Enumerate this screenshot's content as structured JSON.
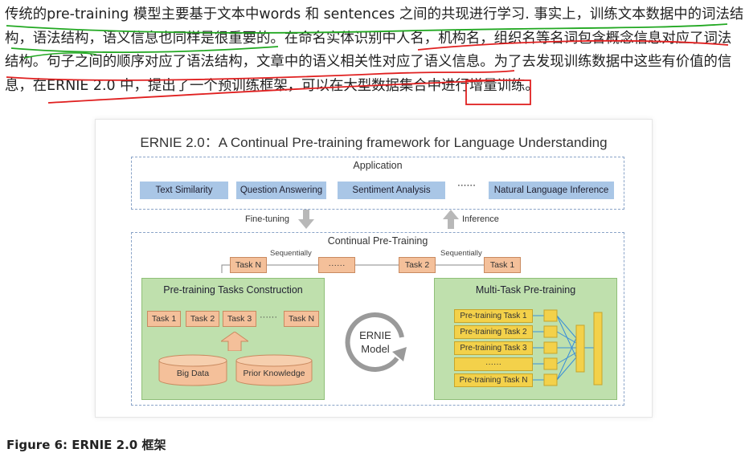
{
  "paragraph": {
    "lines": [
      "传统的pre-training 模型主要基于文本中words  和 sentences 之间的共现进行学习. 事实上，训练文本数据中的词法结",
      "构，语法结构，语义信息也同样是很重要的。在命名实体识别中人名，机构名，组织名等名词包含概念信息对应了词法",
      "结构。句子之间的顺序对应了语法结构，文章中的语义相关性对应了语义信息。为了去发现训练数据中这些有价值的信",
      "息，在ERNIE 2.0 中，提出了一个预训练框架，可以在大型数据集合中进行增量训练。"
    ]
  },
  "annotation_colors": {
    "green": "#22a822",
    "red": "#e02020"
  },
  "figure": {
    "title": "ERNIE 2.0：A Continual Pre-training framework for Language Understanding",
    "application": {
      "label": "Application",
      "items": [
        "Text Similarity",
        "Question Answering",
        "Sentiment Analysis",
        "Natural Language Inference"
      ],
      "ellipsis": "······"
    },
    "fine_tuning_label": "Fine-tuning",
    "inference_label": "Inference",
    "continual": {
      "label": "Continual Pre-Training",
      "seq_tasks": [
        "Task N",
        "······",
        "Task 2",
        "Task 1"
      ],
      "sequentially_label": "Sequentially"
    },
    "construction": {
      "title": "Pre-training Tasks Construction",
      "tasks": [
        "Task 1",
        "Task 2",
        "Task 3",
        "······",
        "Task N"
      ],
      "sources": [
        "Big Data",
        "Prior Knowledge"
      ]
    },
    "model": {
      "line1": "ERNIE",
      "line2": "Model"
    },
    "multitask": {
      "title": "Multi-Task Pre-training",
      "tasks": [
        "Pre-training Task 1",
        "Pre-training Task 2",
        "Pre-training Task 3",
        "······",
        "Pre-training Task N"
      ]
    }
  },
  "caption": "Figure 6: ERNIE 2.0 框架"
}
